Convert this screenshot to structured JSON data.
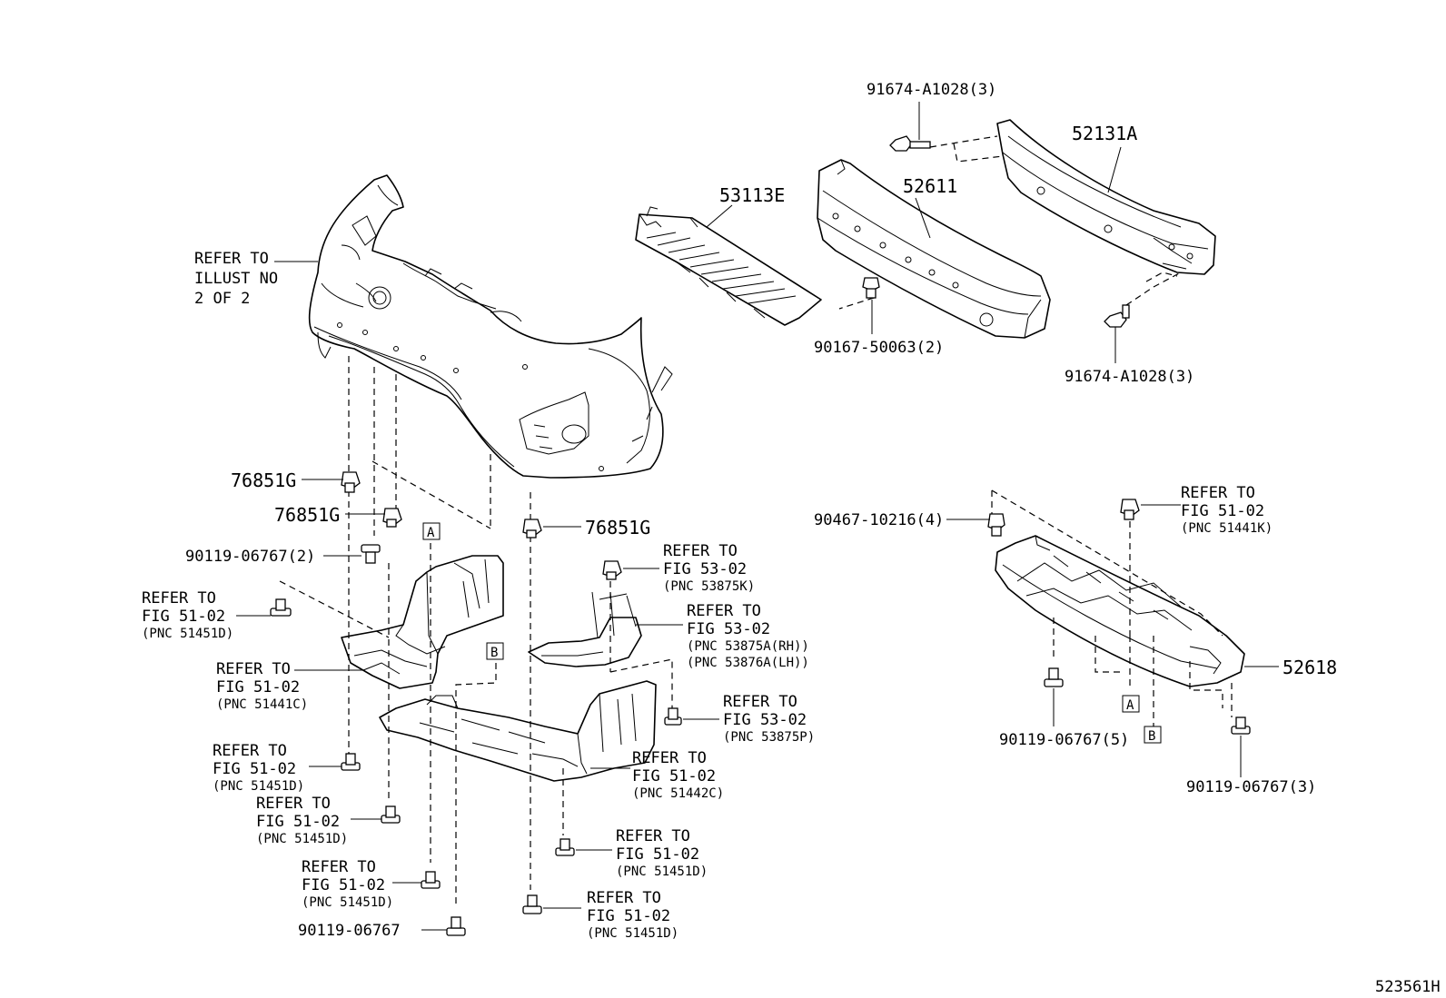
{
  "labels": {
    "p91674_top": "91674-A1028(3)",
    "p52131a": "52131A",
    "p53113e": "53113E",
    "p52611": "52611",
    "refer_illust_1": "REFER TO",
    "refer_illust_2": "ILLUST NO",
    "refer_illust_3": "2 OF 2",
    "p90167": "90167-50063(2)",
    "p91674_bot": "91674-A1028(3)",
    "p76851g_a": "76851G",
    "p76851g_b": "76851G",
    "p76851g_c": "76851G",
    "p90119_2": "90119-06767(2)",
    "box_a_left": "A",
    "box_b_left": "B",
    "box_a_right": "A",
    "box_b_right": "B",
    "r53875k_1": "REFER TO",
    "r53875k_2": "FIG 53-02",
    "r53875k_3": "(PNC 53875K)",
    "r51451d_a1": "REFER TO",
    "r51451d_a2": "FIG 51-02",
    "r51451d_a3": "(PNC 51451D)",
    "r53875a_1": "REFER TO",
    "r53875a_2": "FIG 53-02",
    "r53875a_3": "(PNC 53875A(RH))",
    "r53875a_4": "(PNC 53876A(LH))",
    "r51441c_1": "REFER TO",
    "r51441c_2": "FIG 51-02",
    "r51441c_3": "(PNC 51441C)",
    "r53875p_1": "REFER TO",
    "r53875p_2": "FIG 53-02",
    "r53875p_3": "(PNC 53875P)",
    "r51451d_b1": "REFER TO",
    "r51451d_b2": "FIG 51-02",
    "r51451d_b3": "(PNC 51451D)",
    "r51442c_1": "REFER TO",
    "r51442c_2": "FIG 51-02",
    "r51442c_3": "(PNC 51442C)",
    "r51451d_c1": "REFER TO",
    "r51451d_c2": "FIG 51-02",
    "r51451d_c3": "(PNC 51451D)",
    "r51451d_d1": "REFER TO",
    "r51451d_d2": "FIG 51-02",
    "r51451d_d3": "(PNC 51451D)",
    "r51451d_e1": "REFER TO",
    "r51451d_e2": "FIG 51-02",
    "r51451d_e3": "(PNC 51451D)",
    "r51451d_f1": "REFER TO",
    "r51451d_f2": "FIG 51-02",
    "r51451d_f3": "(PNC 51451D)",
    "p90119_single": "90119-06767",
    "p90467": "90467-10216(4)",
    "r51441k_1": "REFER TO",
    "r51441k_2": "FIG 51-02",
    "r51441k_3": "(PNC 51441K)",
    "p52618": "52618",
    "p90119_5": "90119-06767(5)",
    "p90119_3": "90119-06767(3)",
    "figure_id": "523561H"
  }
}
